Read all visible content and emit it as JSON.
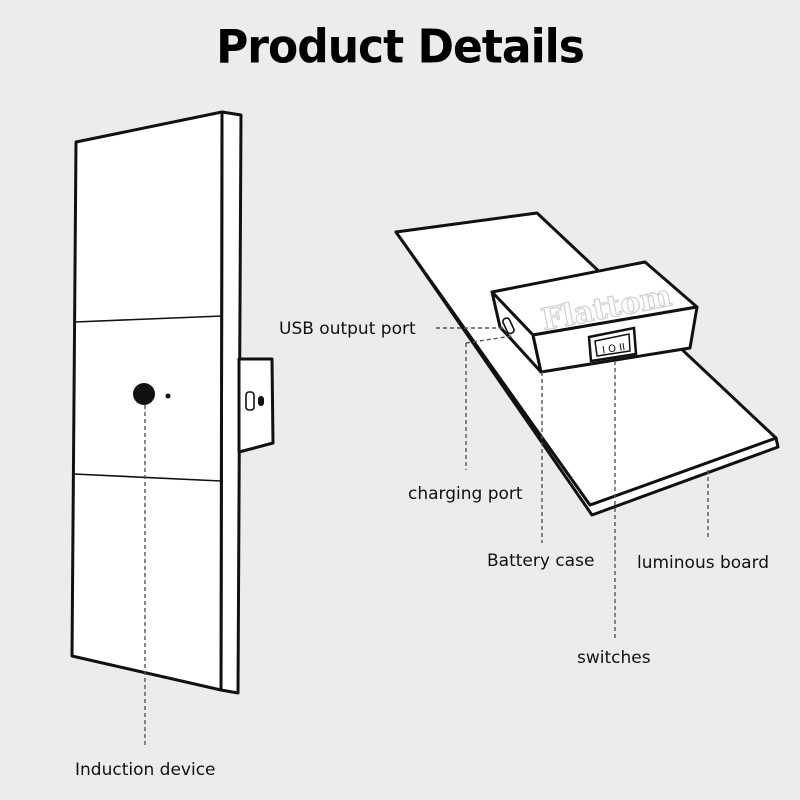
{
  "title": "Product Details",
  "brand": "Flattom",
  "switch_text": "I O II",
  "labels": {
    "induction": "Induction device",
    "usb": "USB output port",
    "charging": "charging port",
    "battery": "Battery case",
    "luminous": "luminous board",
    "switches": "switches"
  }
}
